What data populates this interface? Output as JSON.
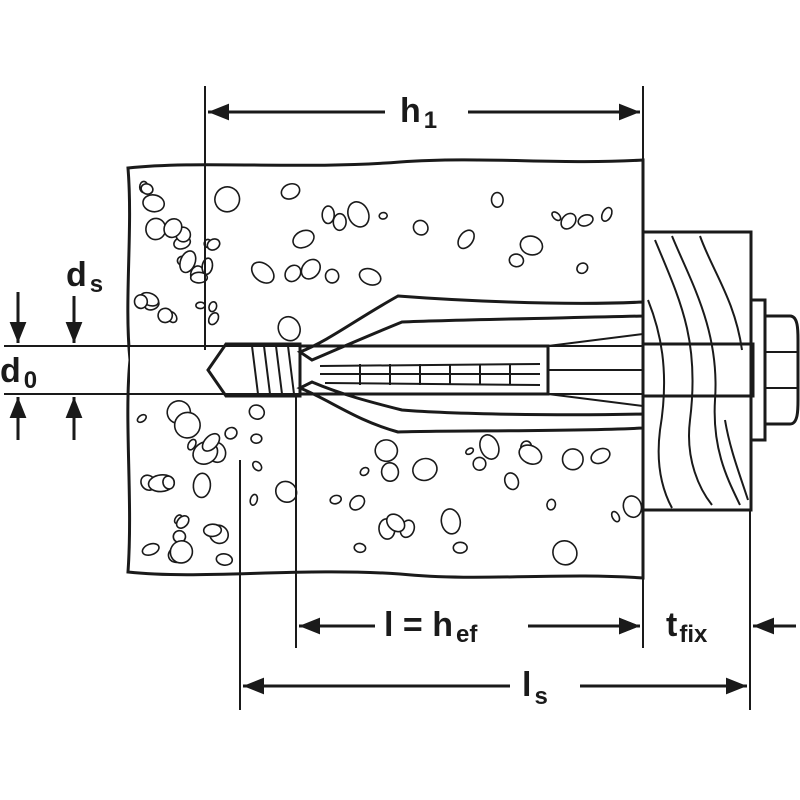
{
  "colors": {
    "ink": "#1a1a1a",
    "concrete": "#ececec",
    "hole": "#ffffff",
    "timber": "#d9d9d9",
    "anchor": "#c8c8c8",
    "background": "#ffffff"
  },
  "labels": {
    "h1": {
      "main": "h",
      "sub": "1"
    },
    "ds": {
      "main": "d",
      "sub": "s"
    },
    "d0": {
      "main": "d",
      "sub": "0"
    },
    "hef": {
      "main": "l = h",
      "sub": "ef"
    },
    "tfix": {
      "main": "t",
      "sub": "fix"
    },
    "ls": {
      "main": "l",
      "sub": "s"
    }
  },
  "icons": {
    "concrete_block": "concrete-block-icon",
    "fixture": "timber-fixture-icon",
    "anchor": "hollow-wall-anchor-icon",
    "bolt_head": "hex-bolt-head-icon"
  }
}
